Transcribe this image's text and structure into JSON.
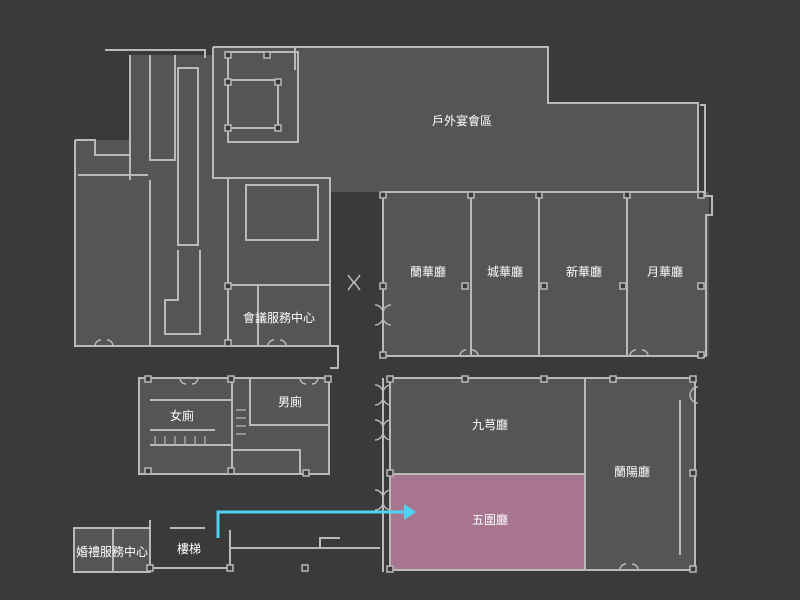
{
  "colors": {
    "background": "#3a3a3a",
    "room": "#555555",
    "wall": "#b9b9b9",
    "highlight": "#a87590",
    "arrow": "#4fd3f0",
    "text": "#ffffff"
  },
  "rooms": {
    "outdoor": "戶外宴會區",
    "lan_hua": "蘭華廳",
    "cheng_hua": "城華廳",
    "xin_hua": "新華廳",
    "yue_hua": "月華廳",
    "meeting_service": "會議服務中心",
    "womens_restroom": "女廁",
    "mens_restroom": "男廁",
    "jiu_gao": "九芎廳",
    "lan_yang": "蘭陽廳",
    "wu_wei": "五圍廳",
    "wedding_service": "婚禮服務中心",
    "stairs": "樓梯"
  },
  "highlighted_room": "五圍廳",
  "route_arrow": {
    "from": "樓梯",
    "to": "五圍廳"
  }
}
